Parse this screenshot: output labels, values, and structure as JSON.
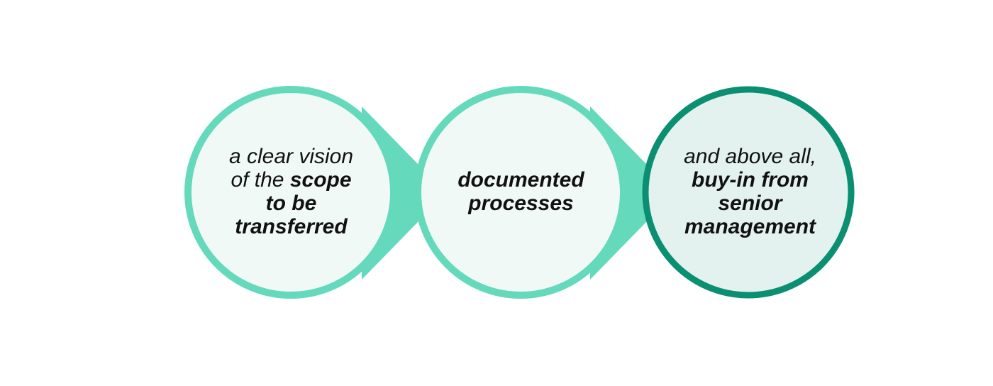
{
  "colors": {
    "ring_light": "#65d9bc",
    "ring_dark": "#0b8f73",
    "fill_light": "#f1f9f7",
    "fill_dark": "#e4f2ef",
    "text": "#111111"
  },
  "steps": [
    {
      "line1": "a clear vision",
      "line2_normal": "of the ",
      "line2_bold": "scope",
      "line3": "to be",
      "line4": "transferred"
    },
    {
      "line1": "documented",
      "line2": "processes"
    },
    {
      "line1": "and above all,",
      "line2": "buy-in from",
      "line3": "senior",
      "line4": "management"
    }
  ]
}
